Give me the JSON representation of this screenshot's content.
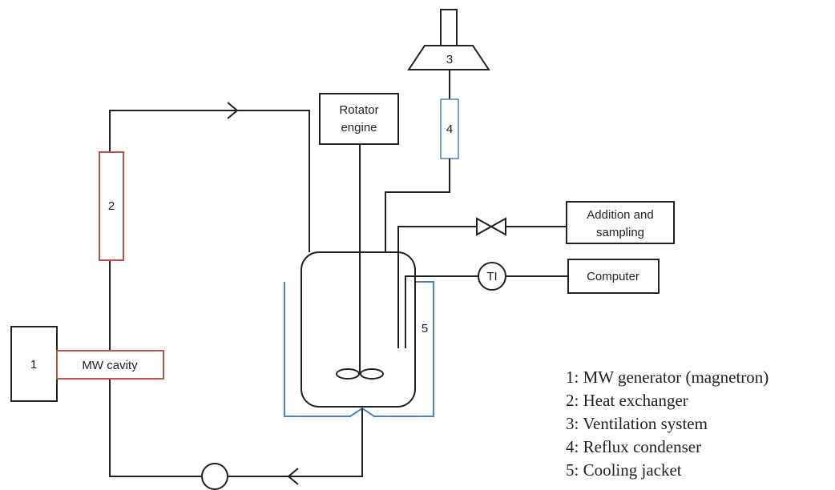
{
  "components": {
    "generator_num": "1",
    "heat_exchanger_num": "2",
    "ventilation_num": "3",
    "condenser_num": "4",
    "jacket_num": "5",
    "mw_cavity": "MW cavity",
    "rotator_line1": "Rotator",
    "rotator_line2": "engine",
    "addition_line1": "Addition and",
    "addition_line2": "sampling",
    "computer": "Computer",
    "ti": "TI"
  },
  "legend": [
    "1: MW generator (magnetron)",
    "2: Heat exchanger",
    "3: Ventilation system",
    "4: Reflux condenser",
    "5: Cooling jacket"
  ]
}
